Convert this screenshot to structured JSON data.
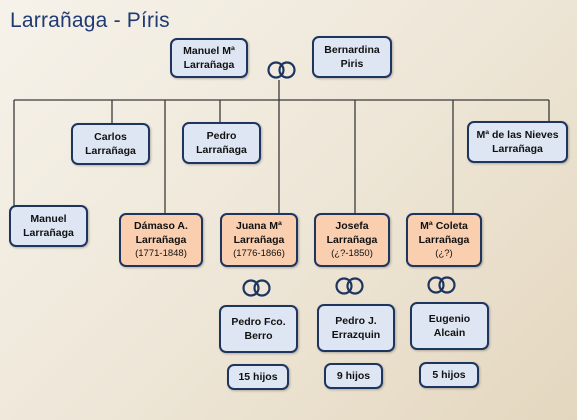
{
  "title": "Larrañaga - Píris",
  "parents": {
    "father": {
      "line1": "Manuel Mª",
      "line2": "Larrañaga"
    },
    "mother": {
      "line1": "Bernardina",
      "line2": "Piris"
    }
  },
  "children": [
    {
      "id": "manuel",
      "line1": "Manuel",
      "line2": "Larrañaga",
      "dates": ""
    },
    {
      "id": "carlos",
      "line1": "Carlos",
      "line2": "Larrañaga",
      "dates": ""
    },
    {
      "id": "damaso",
      "line1": "Dámaso A.",
      "line2": "Larrañaga",
      "dates": "(1771-1848)"
    },
    {
      "id": "pedro",
      "line1": "Pedro",
      "line2": "Larrañaga",
      "dates": ""
    },
    {
      "id": "juana",
      "line1": "Juana Mª",
      "line2": "Larrañaga",
      "dates": "(1776-1866)"
    },
    {
      "id": "josefa",
      "line1": "Josefa",
      "line2": "Larrañaga",
      "dates": "(¿?-1850)"
    },
    {
      "id": "coleta",
      "line1": "Mª Coleta",
      "line2": "Larrañaga",
      "dates": "(¿?)"
    },
    {
      "id": "nieves",
      "line1": "Mª de las Nieves",
      "line2": "Larrañaga",
      "dates": ""
    }
  ],
  "spouses": [
    {
      "line1": "Pedro Fco.",
      "line2": "Berro",
      "children_count": "15 hijos"
    },
    {
      "line1": "Pedro J.",
      "line2": "Errazquin",
      "children_count": "9 hijos"
    },
    {
      "line1": "Eugenio",
      "line2": "Alcain",
      "children_count": "5 hijos"
    }
  ],
  "colors": {
    "box_fill": "#dde6f2",
    "highlight_fill": "#f9cfb0",
    "border": "#1e3560",
    "title": "#1f3b73"
  }
}
